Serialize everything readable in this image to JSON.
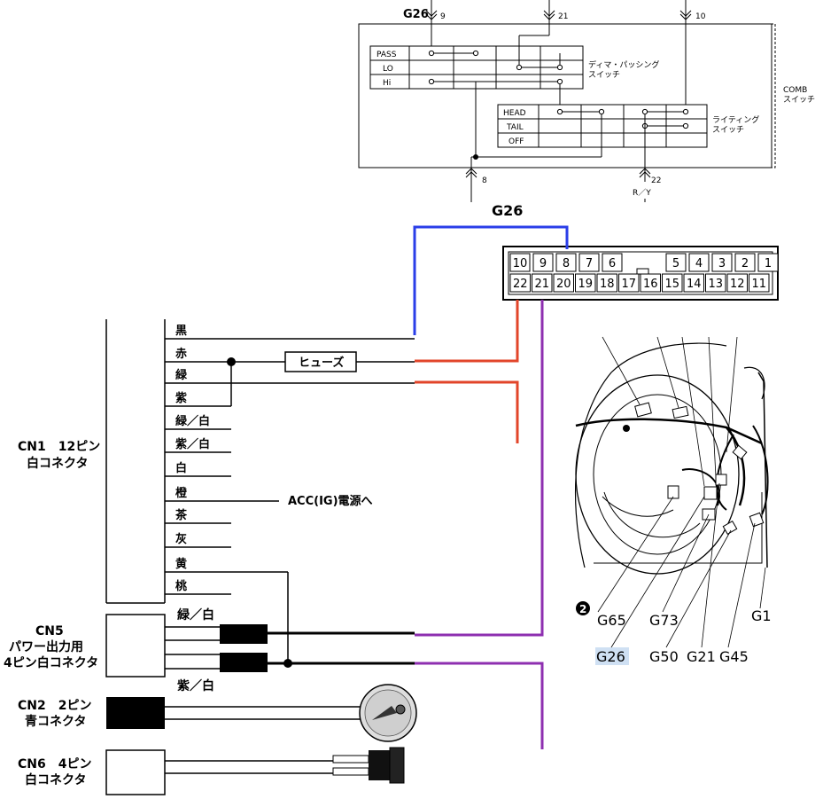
{
  "comb_switch": {
    "connector_label": "G26",
    "pin_9": "9",
    "pin_21": "21",
    "pin_10": "10",
    "pin_8": "8",
    "pin_22": "22",
    "wire_ry": "R／Y",
    "dimmer_rows": [
      "PASS",
      "LO",
      "Hi"
    ],
    "lighting_rows": [
      "HEAD",
      "TAIL",
      "OFF"
    ],
    "dimmer_label_1": "ディマ・パッシング",
    "dimmer_label_2": "スイッチ",
    "lighting_label_1": "ライティング",
    "lighting_label_2": "スイッチ",
    "comb_label_1": "COMB",
    "comb_label_2": "スイッチ"
  },
  "g26_connector": {
    "title": "G26",
    "top_pins": [
      "10",
      "9",
      "8",
      "7",
      "6",
      "5",
      "4",
      "3",
      "2",
      "1"
    ],
    "bottom_pins": [
      "22",
      "21",
      "20",
      "19",
      "18",
      "17",
      "16",
      "15",
      "14",
      "13",
      "12",
      "11"
    ]
  },
  "cn1": {
    "label_1": "CN1　12ピン",
    "label_2": "白コネクタ",
    "wires": [
      "黒",
      "赤",
      "緑",
      "紫",
      "緑／白",
      "紫／白",
      "白",
      "橙",
      "茶",
      "灰",
      "黄",
      "桃"
    ],
    "fuse": "ヒューズ",
    "acc": "ACC(IG)電源へ"
  },
  "cn5": {
    "label_1": "CN5",
    "label_2": "パワー出力用",
    "label_3": "4ピン白コネクタ",
    "wire_top": "緑／白",
    "wire_bottom": "紫／白"
  },
  "cn2": {
    "label_1": "CN2　2ピン",
    "label_2": "青コネクタ"
  },
  "cn6": {
    "label_1": "CN6　4ピン",
    "label_2": "白コネクタ"
  },
  "vehicle": {
    "marker": "2",
    "labels": [
      "G65",
      "G73",
      "G1",
      "G26",
      "G50",
      "G21",
      "G45"
    ]
  },
  "colors": {
    "blue_wire": "#2a3ee8",
    "red_wire": "#e2452a",
    "purple_wire": "#8e2fb0",
    "highlight": "#cfe0f3"
  }
}
